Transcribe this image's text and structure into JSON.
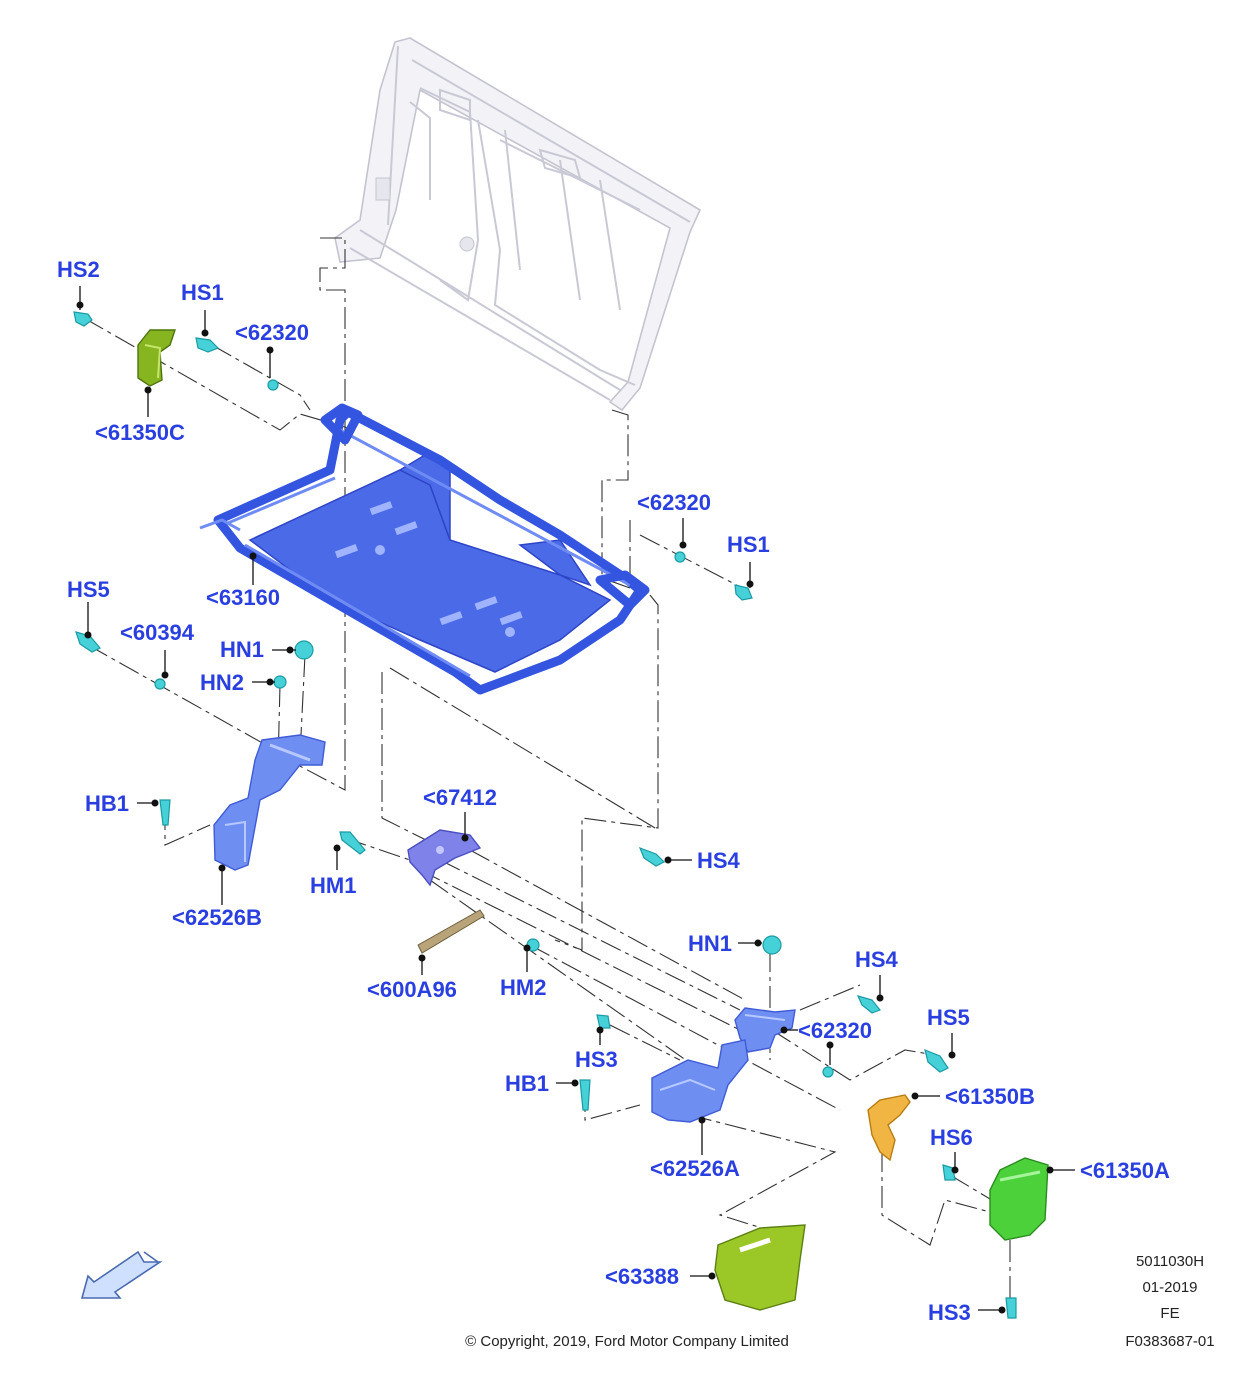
{
  "labels": {
    "hs2": "HS2",
    "hs1_top": "HS1",
    "p62320_top": "<62320",
    "p61350c": "<61350C",
    "p62320_mid": "<62320",
    "hs1_mid": "HS1",
    "p63160": "<63160",
    "hs5_left": "HS5",
    "p60394": "<60394",
    "hn1_top": "HN1",
    "hn2": "HN2",
    "hb1_left": "HB1",
    "p62526b": "<62526B",
    "p67412": "<67412",
    "hm1": "HM1",
    "hs4_mid": "HS4",
    "p600a96": "<600A96",
    "hm2": "HM2",
    "hn1_low": "HN1",
    "hs4_right": "HS4",
    "p62320_low": "<62320",
    "hs5_right": "HS5",
    "hs3_mid": "HS3",
    "hb1_right": "HB1",
    "p61350b": "<61350B",
    "p62526a": "<62526A",
    "hs6": "HS6",
    "p61350a": "<61350A",
    "p63388": "<63388",
    "hs3_low": "HS3"
  },
  "meta": {
    "ref_code": "5011030H",
    "date": "01-2019",
    "region": "FE",
    "figure_id": "F0383687-01",
    "copyright": "© Copyright, 2019, Ford Motor Company Limited"
  },
  "colors": {
    "label": "#2a3fe0",
    "frame": "#3455e0",
    "fastener": "#46d0d8",
    "trim_green": "#86b520",
    "cover_green": "#4cd13b",
    "bracket_orange": "#f0b542"
  },
  "icons": {
    "direction_arrow": "front-direction-arrow-icon"
  }
}
